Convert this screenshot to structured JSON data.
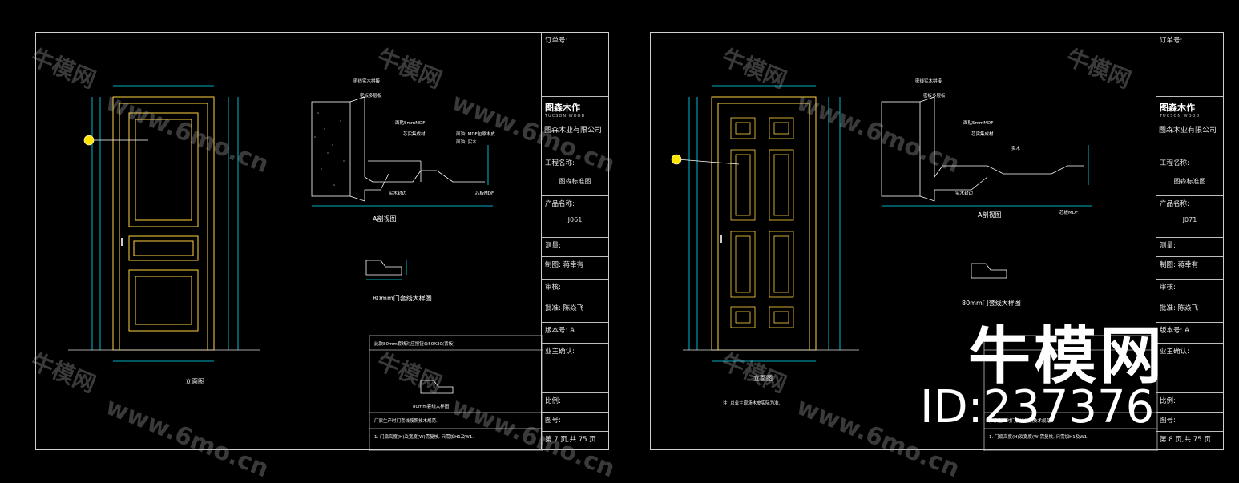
{
  "sheets": [
    {
      "title_block": {
        "order_no_label": "订单号:",
        "logo_cn": "图森木作",
        "logo_en": "TUCSON WOOD",
        "company": "图森木业有限公司",
        "project_label": "工程名称:",
        "project_value": "图森标准图",
        "product_label": "产品名称:",
        "product_value": "J061",
        "survey_label": "测量:",
        "drawn_label": "制图: 蒋幸有",
        "review_label": "审核:",
        "approve_label": "批准: 陈焱飞",
        "version_label": "版本号: A",
        "owner_label": "业主确认:",
        "scale_label": "比例:",
        "drawing_no_label": "图号:",
        "page_label": "第 7 页,共 75 页"
      },
      "elevation_caption": "立面图",
      "section_caption": "A剖视图",
      "trim_caption": "80mm门套线大样图",
      "box_title": "此款80mm套线对应按钮合50X30(背板)",
      "box_trim_caption": "80mm套线大样图",
      "box_note_head": "厂家生产时门套线按照技术规范.",
      "box_note": "1. 门扇高度(H)及宽度(W)需复核, 只需加H1及W1."
    },
    {
      "title_block": {
        "order_no_label": "订单号:",
        "logo_cn": "图森木作",
        "logo_en": "TUCSON WOOD",
        "company": "图森木业有限公司",
        "project_label": "工程名称:",
        "project_value": "图森标准图",
        "product_label": "产品名称:",
        "product_value": "J071",
        "survey_label": "测量:",
        "drawn_label": "制图: 蒋幸有",
        "review_label": "审核:",
        "approve_label": "批准: 陈焱飞",
        "version_label": "版本号: A",
        "owner_label": "业主确认:",
        "scale_label": "比例:",
        "drawing_no_label": "图号:",
        "page_label": "第 8 页,共 75 页"
      },
      "elevation_caption": "立面图",
      "section_caption": "A剖视图",
      "trim_caption": "80mm门套线大样图",
      "note": "注: 以业主现场木皮实际为准.",
      "box_note_head": "厂家生产时门套线按照技术规范.",
      "box_note": "1. 门扇高度(H)及宽度(W)需复核, 只需加H1及W1."
    }
  ],
  "section_notes": [
    "密线实木拼接",
    "密板多层板",
    "面贴5mmMDF",
    "芯实集成材",
    "实木",
    "芯板MDF",
    "实木封边",
    "面油: MDF包原木皮",
    "面油: 实木"
  ],
  "watermark": {
    "brand": "牛模网",
    "url": "www.6mo.cn",
    "id": "ID:237376"
  },
  "colors": {
    "background": "#000000",
    "frame": "#cfcfcf",
    "door": "#ffd23f",
    "dimension": "#00e5ff",
    "hatch": "#ffffff"
  }
}
